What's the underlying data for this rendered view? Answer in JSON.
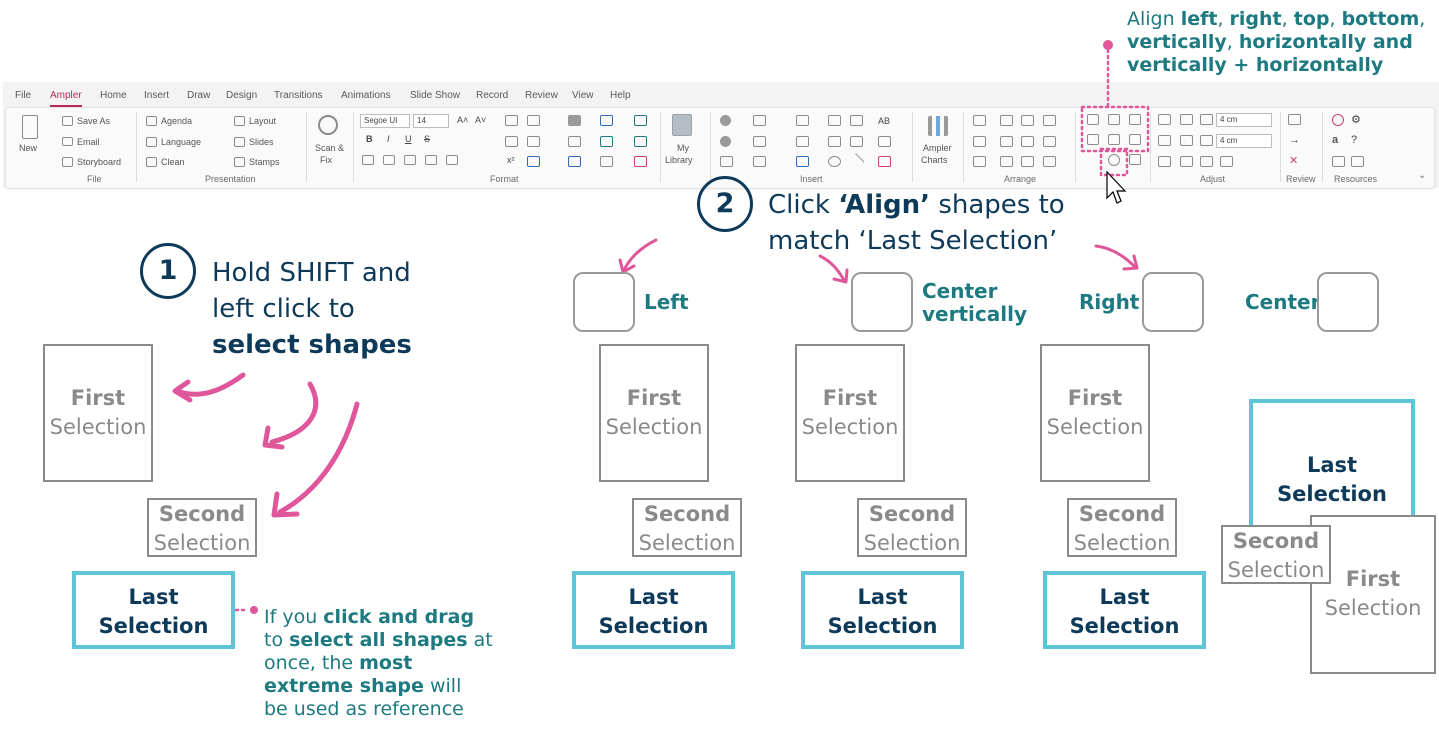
{
  "ribbon": {
    "tabs": [
      "File",
      "Ampler",
      "Home",
      "Insert",
      "Draw",
      "Design",
      "Transitions",
      "Animations",
      "Slide Show",
      "Record",
      "Review",
      "View",
      "Help"
    ],
    "active_tab": "Ampler",
    "file_group": {
      "new_label": "New",
      "save_as_label": "Save As",
      "email_label": "Email",
      "storyboard_label": "Storyboard",
      "group_label": "File"
    },
    "presentation_group": {
      "agenda_label": "Agenda",
      "language_label": "Language",
      "clean_label": "Clean",
      "layout_label": "Layout",
      "slides_label": "Slides",
      "stamps_label": "Stamps",
      "scan_fix_label_1": "Scan &",
      "scan_fix_label_2": "Fix",
      "group_label": "Presentation"
    },
    "format_group": {
      "font_name": "Segoe UI",
      "font_size": "14",
      "group_label": "Format"
    },
    "insert_group": {
      "my_library_label_1": "My",
      "my_library_label_2": "Library",
      "group_label": "Insert"
    },
    "arrange_group": {
      "ampler_charts_label_1": "Ampler",
      "ampler_charts_label_2": "Charts",
      "group_label": "Arrange"
    },
    "adjust_group": {
      "width_value": "4 cm",
      "height_value": "4 cm",
      "group_label": "Adjust"
    },
    "review_group": {
      "group_label": "Review"
    },
    "resources_group": {
      "group_label": "Resources"
    }
  },
  "top_note": {
    "prefix": "Align ",
    "left": "left",
    "sep1": ", ",
    "right": "right",
    "sep2": ", ",
    "top": "top",
    "sep3": ", ",
    "bottom": "bottom",
    "sep4": ",",
    "line2": "vertically",
    "sep5": ", ",
    "line2b": "horizontally and",
    "line3": "vertically + horizontally"
  },
  "step1": {
    "number": "1",
    "line1": "Hold SHIFT and",
    "line2": "left click to",
    "line3": "select shapes"
  },
  "step2": {
    "number": "2",
    "line1_prefix": "Click ",
    "line1_bold": "‘Align’",
    "line1_suffix": " shapes to",
    "line2": "match ‘Last Selection’"
  },
  "shapes": {
    "first_bold": "First",
    "selection": "Selection",
    "second_bold": "Second",
    "last_line1": "Last",
    "last_line2": "Selection"
  },
  "align_labels": {
    "left": "Left",
    "center_vertically_1": "Center",
    "center_vertically_2": "vertically",
    "right": "Right",
    "center": "Center"
  },
  "drag_note": {
    "l1_prefix": "If you ",
    "l1_bold": "click and drag",
    "l2_prefix": "to ",
    "l2_bold": "select all shapes",
    "l2_suffix": " at",
    "l3_prefix": "once, the ",
    "l3_bold": "most",
    "l4_bold": "extreme shape",
    "l4_suffix": " will",
    "l5": "be used as reference"
  },
  "colors": {
    "navy": "#0e3a5a",
    "teal": "#1c7a80",
    "pink": "#e0569a",
    "cyan_border": "#5fc4d6",
    "gray_border": "#8a8a8a"
  }
}
